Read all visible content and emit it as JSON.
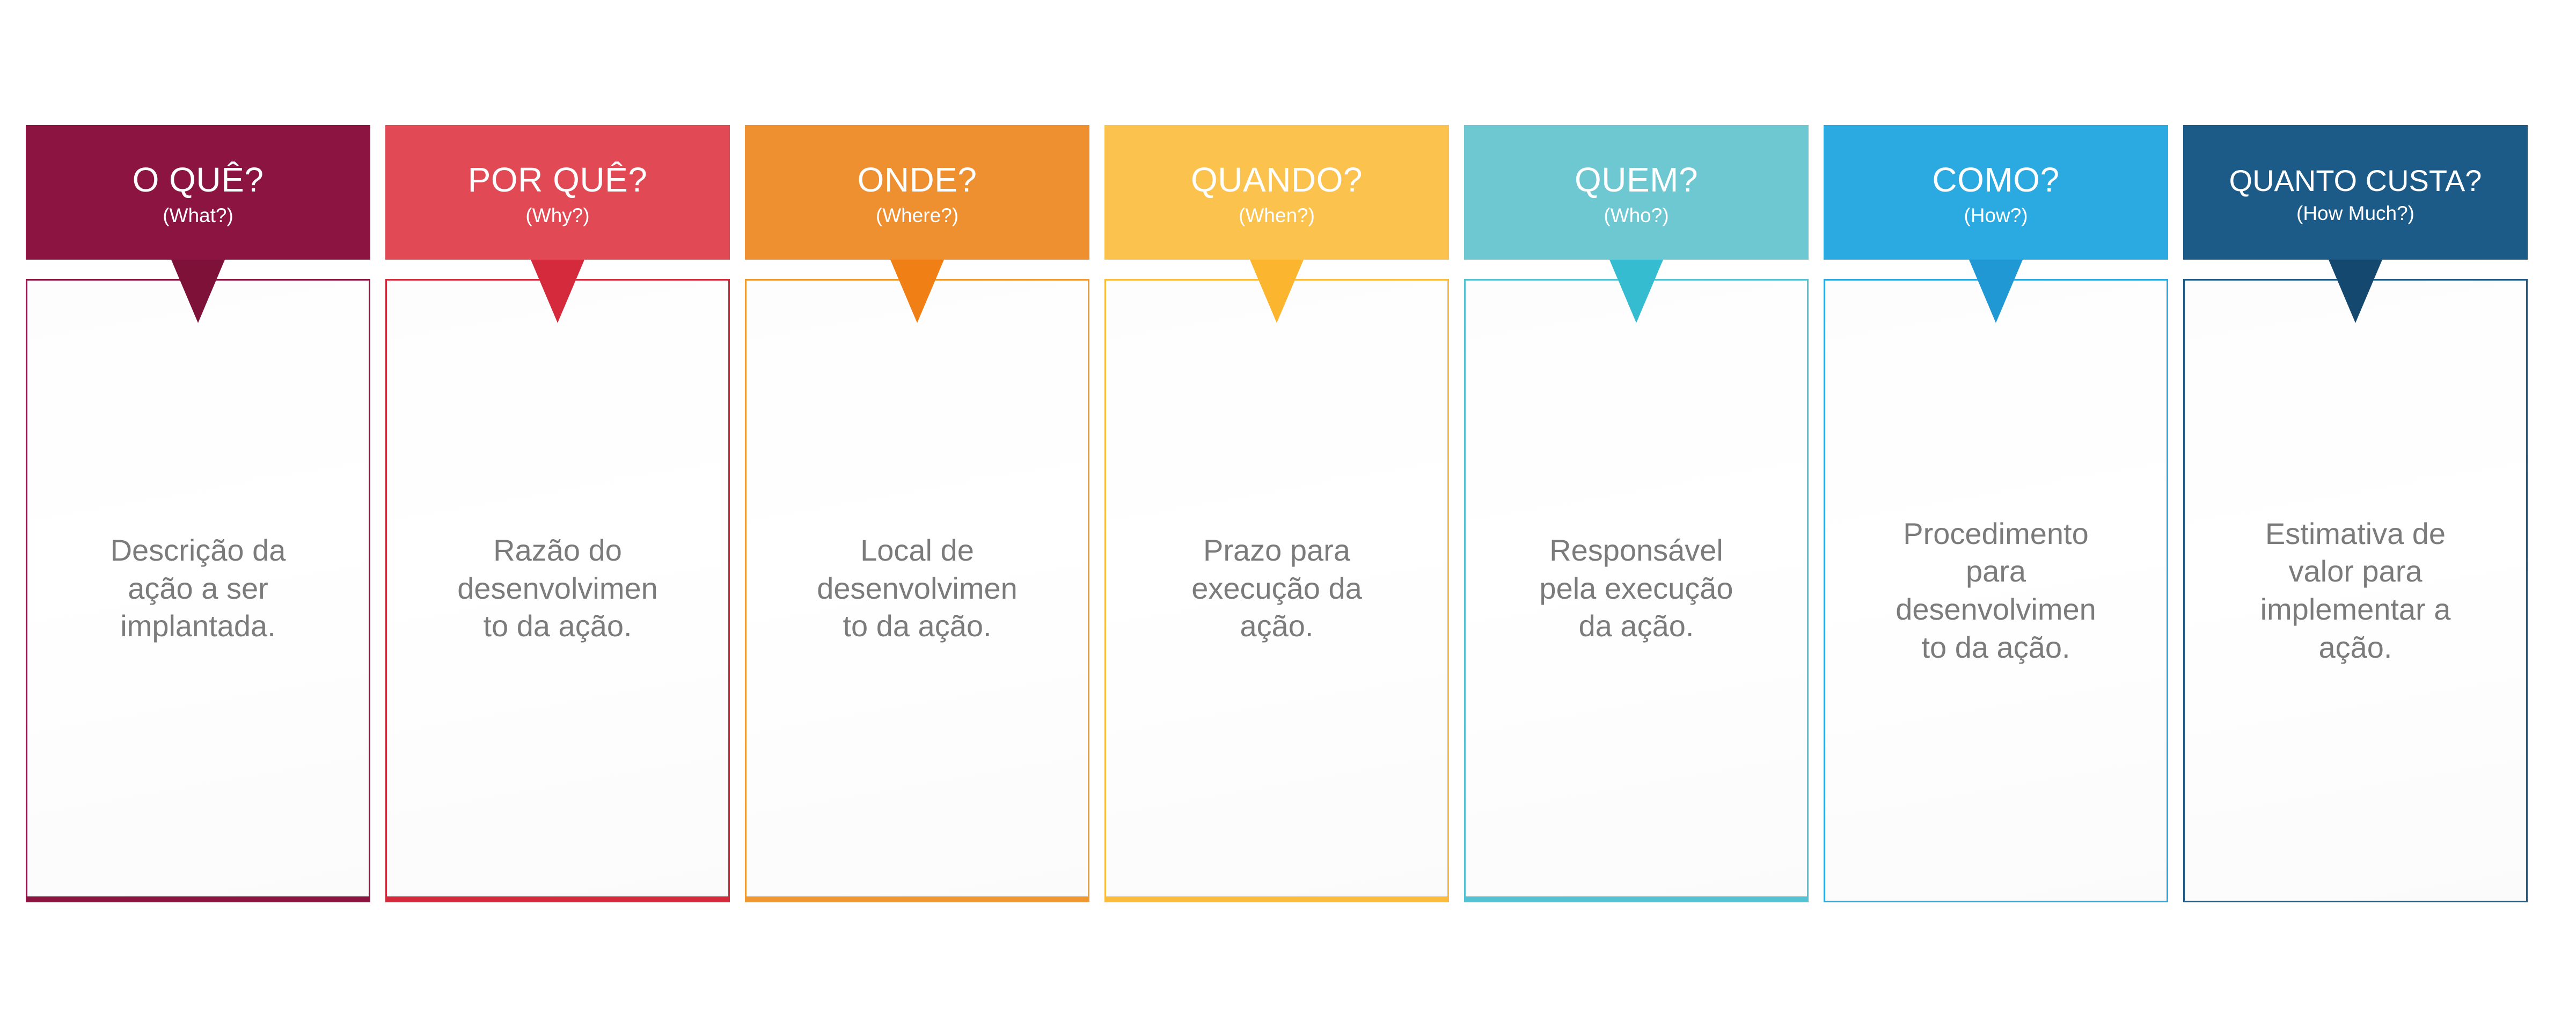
{
  "diagram": {
    "type": "5W2H action plan template",
    "language": "pt-BR",
    "column_count": 7,
    "text_color": "#7b7b7b",
    "background_color": "#ffffff"
  },
  "columns": [
    {
      "id": "what",
      "title": "O QUÊ?",
      "subtitle": "(What?)",
      "body": "Descrição da\nação a ser\nimplantada.",
      "color": "#8c1441",
      "arrow_color": "#7d1138",
      "border_color": "#8c1441",
      "heavy_base": true
    },
    {
      "id": "why",
      "title": "POR QUÊ?",
      "subtitle": "(Why?)",
      "body": "Razão do\ndesenvolvimen\nto da ação.",
      "color": "#e14a55",
      "arrow_color": "#d42a3c",
      "border_color": "#d42a3c",
      "heavy_base": true
    },
    {
      "id": "where",
      "title": "ONDE?",
      "subtitle": "(Where?)",
      "body": "Local de\ndesenvolvimen\nto da ação.",
      "color": "#ee9030",
      "arrow_color": "#f07f15",
      "border_color": "#f0982f",
      "heavy_base": true
    },
    {
      "id": "when",
      "title": "QUANDO?",
      "subtitle": "(When?)",
      "body": "Prazo para\nexecução da\nação.",
      "color": "#fbc24e",
      "arrow_color": "#fcb52e",
      "border_color": "#fbbc3d",
      "heavy_base": true
    },
    {
      "id": "who",
      "title": "QUEM?",
      "subtitle": "(Who?)",
      "body": "Responsável\npela execução\nda ação.",
      "color": "#6dc8d2",
      "arrow_color": "#36bcd0",
      "border_color": "#53c3d3",
      "heavy_base": true
    },
    {
      "id": "how",
      "title": "COMO?",
      "subtitle": "(How?)",
      "body": "Procedimento\npara\ndesenvolvimen\nto da ação.",
      "color": "#2baae2",
      "arrow_color": "#2098d4",
      "border_color": "#2ba8e0",
      "heavy_base": false
    },
    {
      "id": "how-much",
      "title": "QUANTO CUSTA?",
      "subtitle": "(How Much?)",
      "body": "Estimativa de\nvalor para\nimplementar a\nação.",
      "color": "#1c5a87",
      "arrow_color": "#14486f",
      "border_color": "#1c5a87",
      "heavy_base": false
    }
  ]
}
